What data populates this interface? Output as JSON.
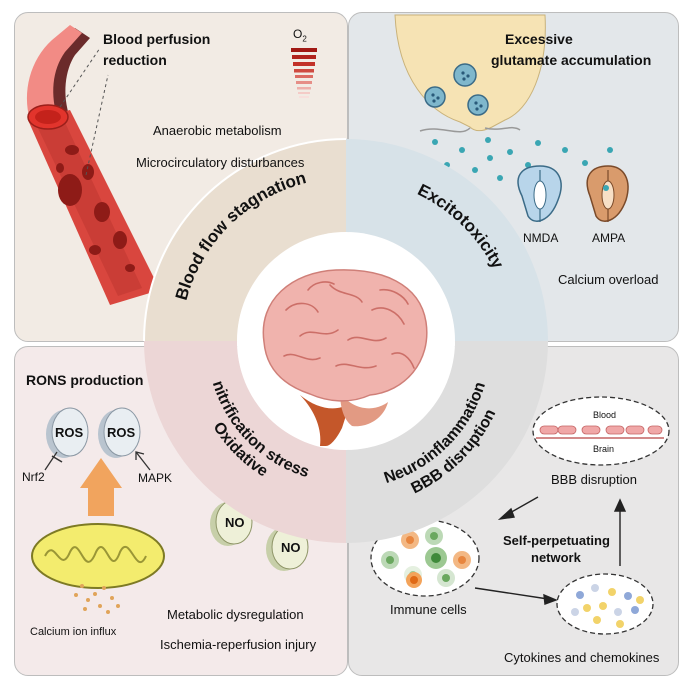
{
  "colors": {
    "panel_tl": "#f2ebe4",
    "panel_tr": "#e3e7ea",
    "panel_bl": "#f4eaea",
    "panel_br": "#e8e7e7",
    "vessel": "#d9463e",
    "ring_tl": "#e9ded0",
    "ring_tr": "#d7e2e8",
    "ring_bl": "#ecd6d6",
    "ring_br": "#dedede",
    "brain": "#f0b3ad"
  },
  "top_left": {
    "title_line1": "Blood perfusion",
    "title_line2": "reduction",
    "o2_label": "O",
    "o2_sub": "2",
    "item1": "Anaerobic metabolism",
    "item2": "Microcirculatory disturbances"
  },
  "top_right": {
    "title_line1": "Excessive",
    "title_line2": "glutamate accumulation",
    "nmda": "NMDA",
    "ampa": "AMPA",
    "item1": "Calcium overload"
  },
  "bottom_left": {
    "title": "RONS production",
    "ros1": "ROS",
    "ros2": "ROS",
    "nrf2": "Nrf2",
    "mapk": "MAPK",
    "no1": "NO",
    "no2": "NO",
    "calcium": "Calcium ion influx",
    "item1": "Metabolic dysregulation",
    "item2": "Ischemia-reperfusion injury"
  },
  "bottom_right": {
    "blood": "Blood",
    "brain": "Brain",
    "bbb": "BBB disruption",
    "network_line1": "Self-perpetuating",
    "network_line2": "network",
    "immune": "Immune cells",
    "cytokines": "Cytokines and chemokines"
  },
  "ring": {
    "blood_flow": "Blood flow stagnation",
    "excitotoxicity": "Excitotoxicity",
    "oxidative_line1": "Oxidative",
    "oxidative_line2": "nitrification stress",
    "bbb_line1": "BBB disruption",
    "bbb_line2": "Neuroinflammation"
  }
}
